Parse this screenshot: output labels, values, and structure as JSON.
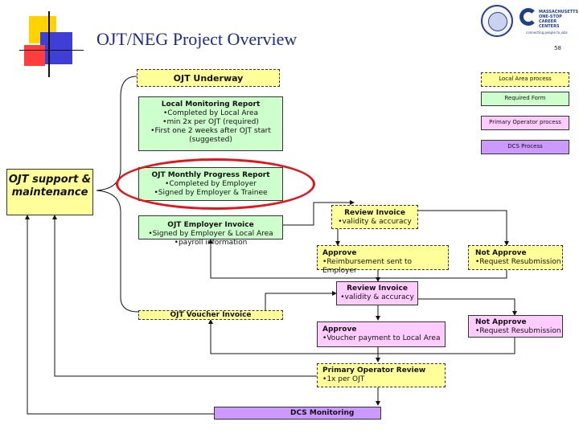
{
  "header": {
    "title": "OJT/NEG Project Overview",
    "page_number": "58",
    "logo_text": "MASSACHUSETTS ONE-STOP CAREER CENTERS",
    "logo_tagline": "connecting people to jobs"
  },
  "legend": {
    "local_area_process": "Local Area process",
    "required_form": "Required Form",
    "primary_operator_process": "Primary Operator process",
    "dcs_process": "DCS Process"
  },
  "side_box": {
    "label": "OJT support & maintenance"
  },
  "nodes": {
    "ojt_underway": "OJT Underway",
    "local_monitoring": {
      "title": "Local Monitoring Report",
      "bullets": [
        "Completed by Local Area",
        "min 2x per OJT (required)",
        "First one 2 weeks after OJT start (suggested)"
      ]
    },
    "monthly_progress": {
      "title": "OJT Monthly Progress Report",
      "bullets": [
        "Completed by Employer",
        "Signed by Employer & Trainee"
      ]
    },
    "employer_invoice": {
      "title": "OJT Employer Invoice",
      "bullets": [
        "Signed by Employer & Local Area",
        "payroll information"
      ]
    },
    "review_invoice_1": {
      "title": "Review Invoice",
      "bullets": [
        "validity & accuracy"
      ]
    },
    "approve_1": {
      "title": "Approve",
      "bullets": [
        "Reimbursement sent to Employer"
      ]
    },
    "not_approve_1": {
      "title": "Not Approve",
      "bullets": [
        "Request Resubmission"
      ]
    },
    "review_invoice_2": {
      "title": "Review Invoice",
      "bullets": [
        "validity & accuracy"
      ]
    },
    "voucher_invoice": "OJT Voucher Invoice",
    "approve_2": {
      "title": "Approve",
      "bullets": [
        "Voucher payment to Local Area"
      ]
    },
    "not_approve_2": {
      "title": "Not Approve",
      "bullets": [
        "Request Resubmission"
      ]
    },
    "primary_operator_review": {
      "title": "Primary Operator Review",
      "bullets": [
        "1x per OJT"
      ]
    },
    "dcs_monitoring": "DCS Monitoring"
  },
  "colors": {
    "yellow": "#ffff99",
    "green": "#ccffcc",
    "pink": "#ffccff",
    "violet": "#cc99ff",
    "highlight_oval": "#e0161b",
    "title_blue": "#1f2a86"
  }
}
